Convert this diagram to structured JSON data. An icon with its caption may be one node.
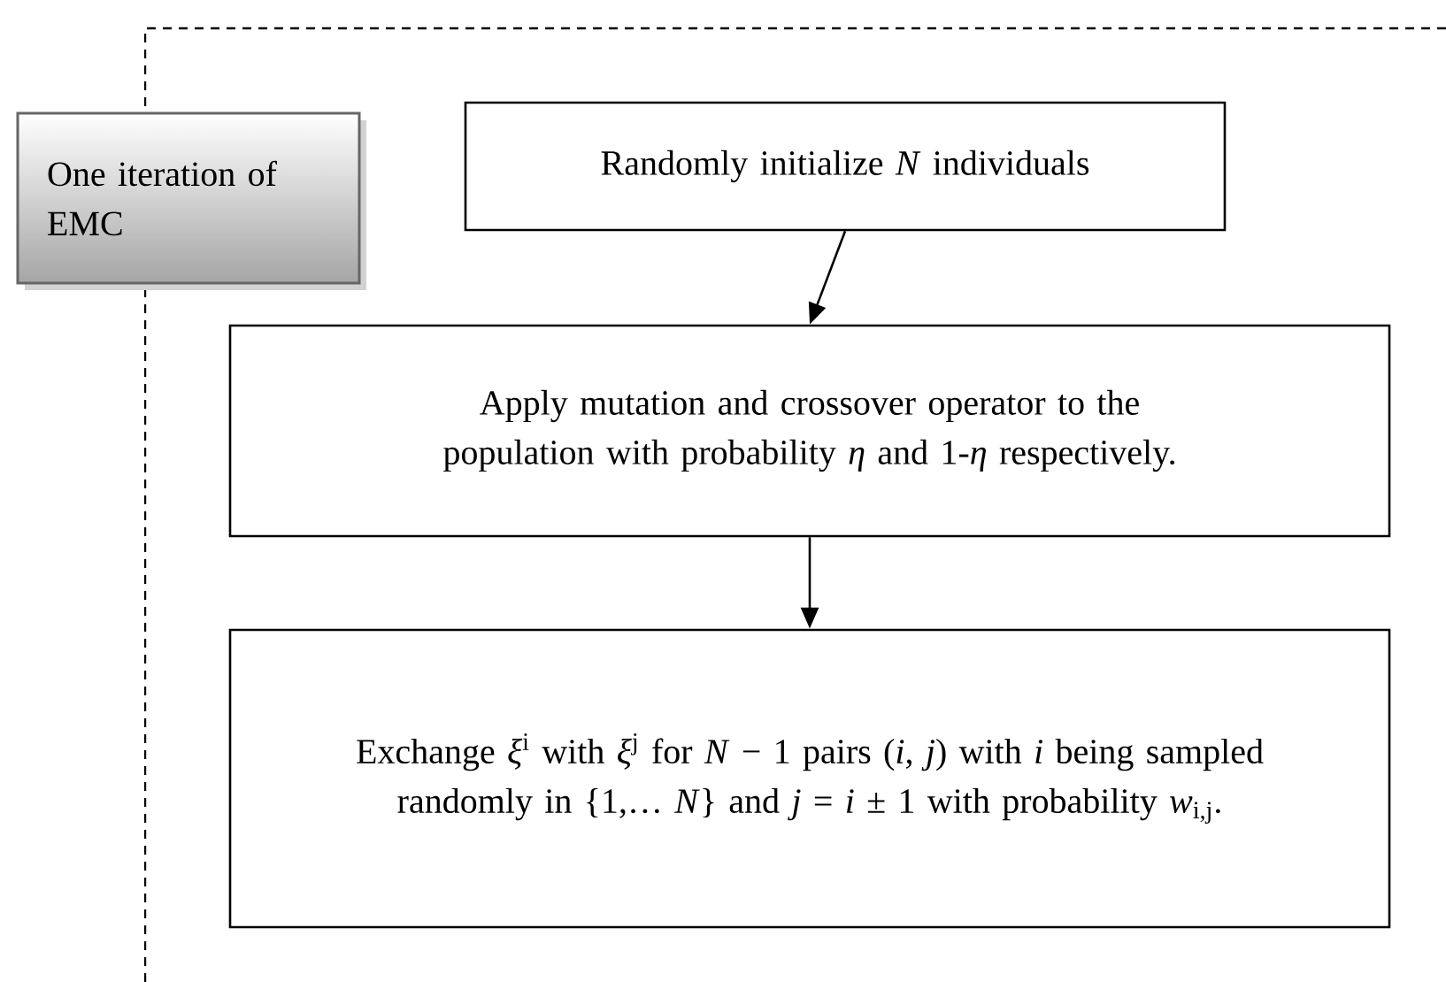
{
  "diagram": {
    "nodes": [
      {
        "text": [
          "One iteration of EMC"
        ]
      },
      {
        "text": [
          "Randomly initialize *N* individuals"
        ]
      },
      {
        "text": [
          "Apply mutation and crossover operator to the population with probability *η* and 1-*η* respectively."
        ]
      },
      {
        "text": [
          "Exchange *ξ*$^{i}$ with *ξ*$^{j}$ for *N* − 1 pairs (*i*, *j*) with *i* being sampled randomly in {1,… *N*} and *j* = *i* ± 1 with probability *w*$_{i,j}$."
        ]
      }
    ],
    "edges": [
      {
        "from": 1,
        "to": 2,
        "arrow": "to"
      },
      {
        "from": 2,
        "to": 3,
        "arrow": "to"
      }
    ]
  }
}
